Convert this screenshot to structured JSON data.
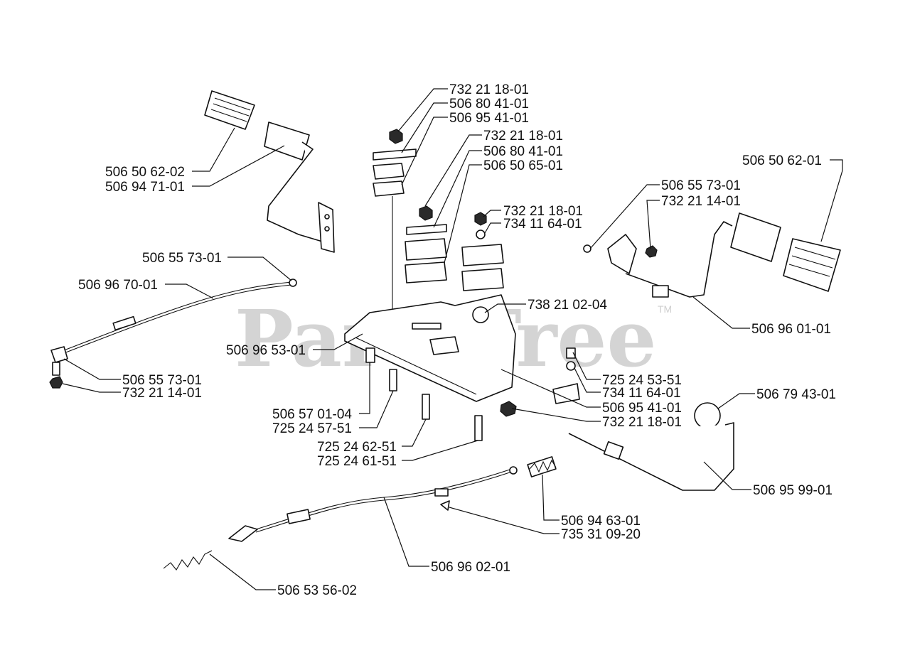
{
  "watermark": {
    "text": "PartsTree",
    "trademark": "TM"
  },
  "labels": [
    "732 21 18-01",
    "506 80 41-01",
    "506 95 41-01",
    "732 21 18-01",
    "506 80 41-01",
    "506 50 65-01",
    "732 21 18-01",
    "734 11 64-01",
    "738 21 02-04",
    "506 50 62-02",
    "506 94 71-01",
    "506 55 73-01",
    "506 96 70-01",
    "506 96 53-01",
    "506 55 73-01",
    "732 21 14-01",
    "506 57 01-04",
    "725 24 57-51",
    "725 24 62-51",
    "725 24 61-51",
    "506 50 62-01",
    "506 55 73-01",
    "732 21 14-01",
    "506 96 01-01",
    "725 24 53-51",
    "734 11 64-01",
    "506 95 41-01",
    "732 21 18-01",
    "506 79 43-01",
    "506 95 99-01",
    "506 94 63-01",
    "735 31 09-20",
    "506 96 02-01",
    "506 53 56-02"
  ]
}
